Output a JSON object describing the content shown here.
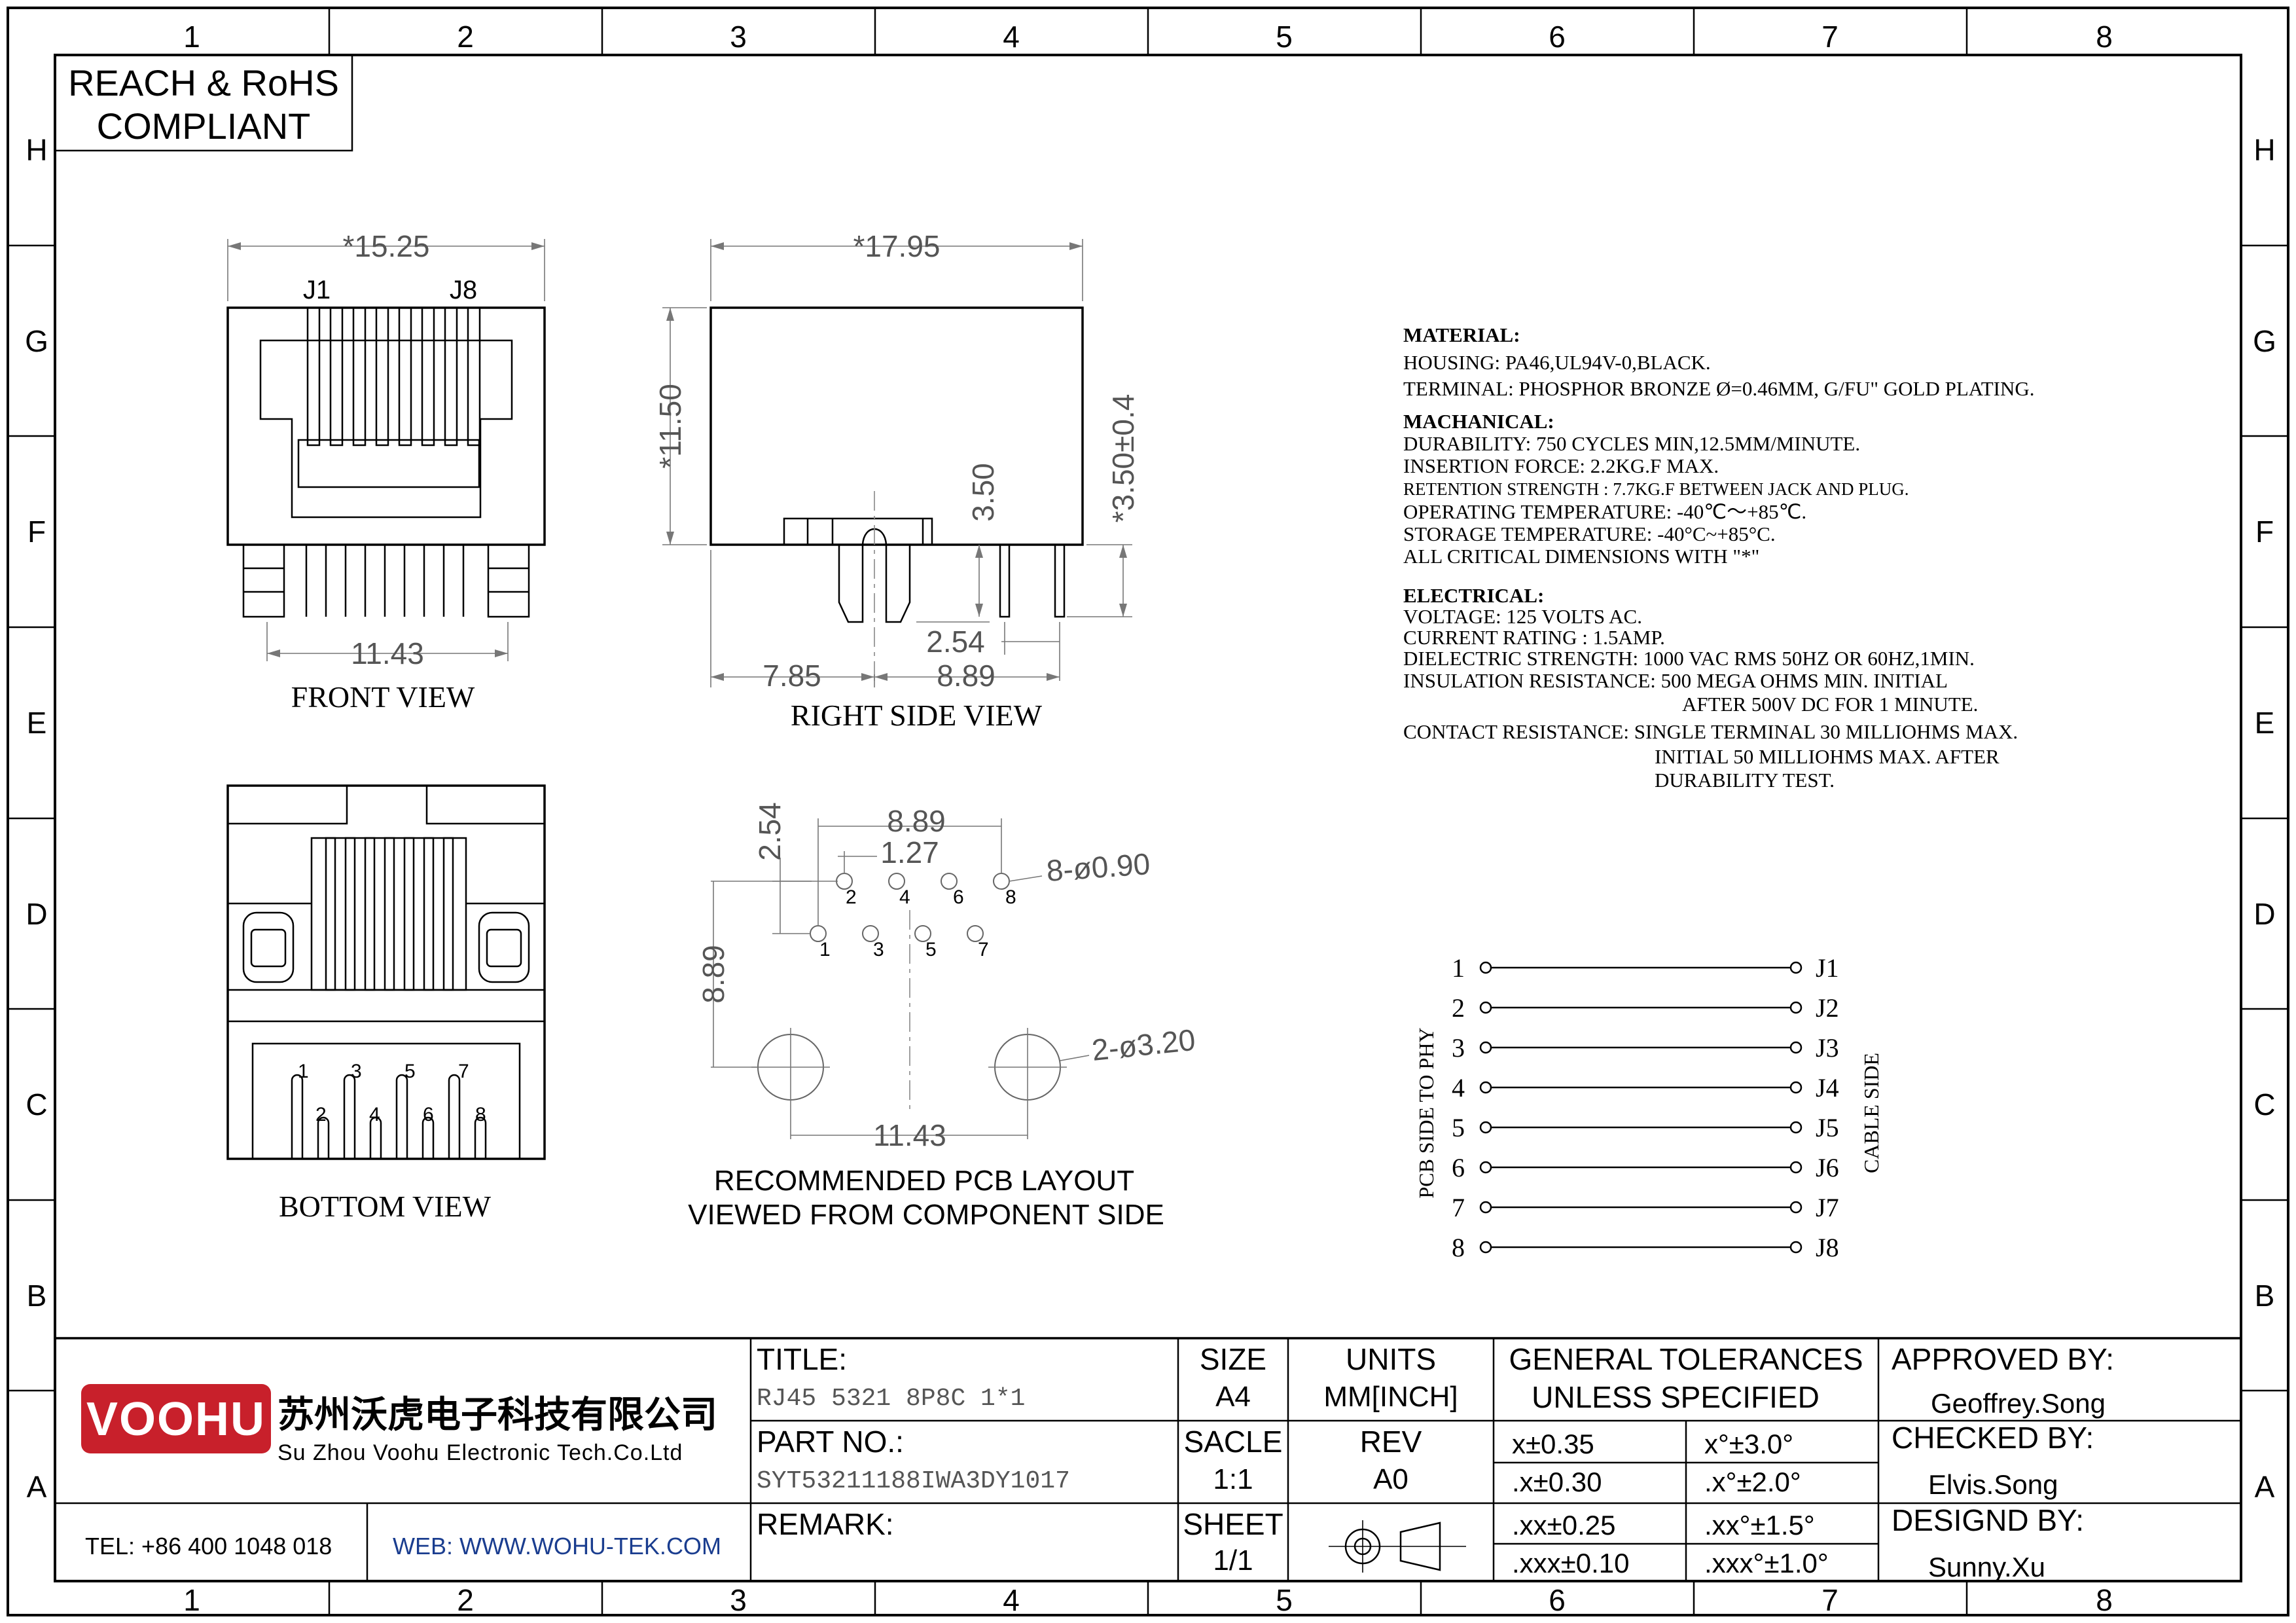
{
  "compliance": {
    "line1": "REACH & RoHS",
    "line2": "COMPLIANT"
  },
  "grid": {
    "columns": [
      "1",
      "2",
      "3",
      "4",
      "5",
      "6",
      "7",
      "8"
    ],
    "rows": [
      "H",
      "G",
      "F",
      "E",
      "D",
      "C",
      "B",
      "A"
    ]
  },
  "front_view": {
    "caption": "FRONT VIEW",
    "width": "*15.25",
    "pin_left": "J1",
    "pin_right": "J8",
    "span": "11.43"
  },
  "right_side_view": {
    "caption": "RIGHT SIDE VIEW",
    "length": "*17.95",
    "height": "*11.50",
    "tail": "*3.50±0.4",
    "post": "3.50",
    "pitch": "2.54",
    "front_offset": "7.85",
    "rear_offset": "8.89"
  },
  "bottom_view": {
    "caption": "BOTTOM VIEW",
    "pins_top": [
      "1",
      "3",
      "5",
      "7"
    ],
    "pins_bottom": [
      "2",
      "4",
      "6",
      "8"
    ]
  },
  "pcb_layout": {
    "caption_line1": "RECOMMENDED PCB LAYOUT",
    "caption_line2": "VIEWED FROM COMPONENT SIDE",
    "dim_889_top": "8.89",
    "dim_254": "2.54",
    "dim_127": "1.27",
    "holes_small": "8-ø0.90",
    "dim_889_side": "8.89",
    "holes_large": "2-ø3.20",
    "dim_1143": "11.43",
    "pin_labels": [
      "1",
      "2",
      "3",
      "4",
      "5",
      "6",
      "7",
      "8"
    ]
  },
  "specs": {
    "material_title": "MATERIAL:",
    "material": [
      "HOUSING: PA46,UL94V-0,BLACK.",
      "TERMINAL: PHOSPHOR BRONZE Ø=0.46MM, G/FU\" GOLD PLATING."
    ],
    "mechanical_title": "MACHANICAL:",
    "mechanical": [
      "DURABILITY: 750 CYCLES MIN,12.5MM/MINUTE.",
      " INSERTION FORCE: 2.2KG.F MAX.",
      " RETENTION STRENGTH : 7.7KG.F BETWEEN JACK AND PLUG.",
      "OPERATING TEMPERATURE: -40℃～+85℃.",
      " STORAGE TEMPERATURE: -40°C~+85°C.",
      "ALL CRITICAL DIMENSIONS WITH \"*\""
    ],
    "electrical_title": "ELECTRICAL:",
    "electrical": [
      "VOLTAGE: 125 VOLTS AC.",
      " CURRENT RATING : 1.5AMP.",
      "DIELECTRIC STRENGTH: 1000 VAC RMS 50HZ OR 60HZ,1MIN.",
      " INSULATION RESISTANCE: 500 MEGA OHMS MIN. INITIAL",
      "AFTER 500V DC FOR 1 MINUTE.",
      "CONTACT RESISTANCE: SINGLE TERMINAL 30 MILLIOHMS MAX.",
      "INITIAL 50 MILLIOHMS MAX. AFTER",
      "DURABILITY TEST."
    ]
  },
  "wiring": {
    "left_label": "PCB SIDE TO PHY",
    "right_label": "CABLE SIDE",
    "rows": [
      {
        "pin": "1",
        "jack": "J1"
      },
      {
        "pin": "2",
        "jack": "J2"
      },
      {
        "pin": "3",
        "jack": "J3"
      },
      {
        "pin": "4",
        "jack": "J4"
      },
      {
        "pin": "5",
        "jack": "J5"
      },
      {
        "pin": "6",
        "jack": "J6"
      },
      {
        "pin": "7",
        "jack": "J7"
      },
      {
        "pin": "8",
        "jack": "J8"
      }
    ]
  },
  "title_block": {
    "logo": "VOOHU",
    "company_cn": "苏州沃虎电子科技有限公司",
    "company_en": "Su Zhou Voohu Electronic Tech.Co.Ltd",
    "tel": "TEL: +86 400 1048 018",
    "web": "WEB: WWW.WOHU-TEK.COM",
    "title_label": "TITLE:",
    "title_value": "RJ45 5321 8P8C 1*1",
    "part_label": "PART NO.:",
    "part_value": "SYT53211188IWA3DY1017",
    "remark_label": "REMARK:",
    "size_label": "SIZE",
    "size_value": "A4",
    "units_label": "UNITS",
    "units_value": "MM[INCH]",
    "scale_label": "SACLE",
    "scale_value": "1:1",
    "rev_label": "REV",
    "rev_value": "A0",
    "sheet_label": "SHEET",
    "sheet_value": "1/1",
    "tol_title1": "GENERAL TOLERANCES",
    "tol_title2": "UNLESS SPECIFIED",
    "tolerances": [
      {
        "linear": "x±0.35",
        "angular": "x°±3.0°"
      },
      {
        "linear": ".x±0.30",
        "angular": ".x°±2.0°"
      },
      {
        "linear": ".xx±0.25",
        "angular": ".xx°±1.5°"
      },
      {
        "linear": ".xxx±0.10",
        "angular": ".xxx°±1.0°"
      }
    ],
    "approved_label": "APPROVED BY:",
    "approved_name": "Geoffrey.Song",
    "checked_label": "CHECKED BY:",
    "checked_name": "Elvis.Song",
    "design_label": "DESIGND BY:",
    "design_name": "Sunny.Xu"
  }
}
